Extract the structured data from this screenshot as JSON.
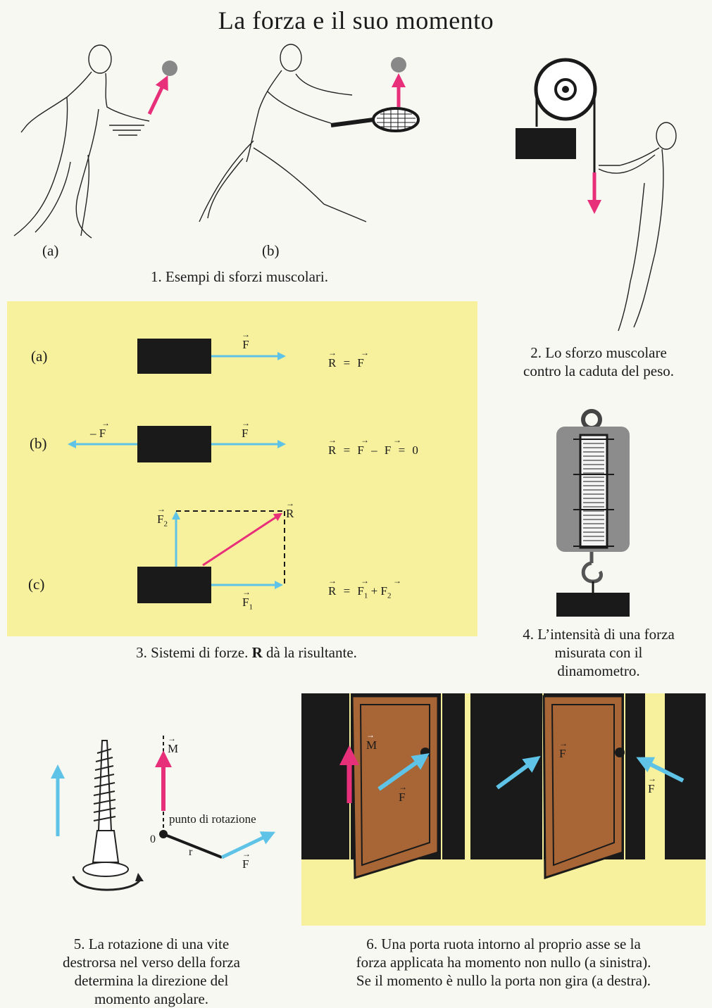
{
  "page": {
    "title": "La forza e il suo momento"
  },
  "figure1": {
    "label_a": "(a)",
    "label_b": "(b)",
    "caption": "1. Esempi di sforzi muscolari."
  },
  "figure2": {
    "caption_line1": "2. Lo sforzo muscolare",
    "caption_line2": "contro la caduta del peso."
  },
  "figure3": {
    "row_a": {
      "label": "(a)",
      "force": "F",
      "equation": "R = F"
    },
    "row_b": {
      "label": "(b)",
      "force_left": "– F",
      "force_right": "F",
      "equation": "R = F – F = 0"
    },
    "row_c": {
      "label": "(c)",
      "force_1": "F",
      "force_1_sub": "1",
      "force_2": "F",
      "force_2_sub": "2",
      "resultant": "R",
      "equation": "R = F",
      "equation_sub1": "1",
      "equation_plus": "+ F",
      "equation_sub2": "2"
    },
    "caption_pre": "3. Sistemi di forze. ",
    "caption_bold": "R",
    "caption_post": " dà la risultante."
  },
  "figure4": {
    "caption_line1": "4. L’intensità di una forza",
    "caption_line2": "misurata con il",
    "caption_line3": "dinamometro."
  },
  "figure5": {
    "moment": "M",
    "pivot_label": "punto di rotazione",
    "origin": "0",
    "radius": "r",
    "force": "F",
    "caption_line1": "5. La rotazione di una vite",
    "caption_line2": "destrorsa nel verso della forza",
    "caption_line3": "determina la direzione del",
    "caption_line4": "momento angolare."
  },
  "figure6": {
    "left_moment": "M",
    "left_force": "F",
    "right_force_top": "F",
    "right_force_side": "F",
    "caption_line1": "6. Una porta ruota intorno al proprio asse se la",
    "caption_line2": "forza applicata ha momento non nullo (a sinistra).",
    "caption_line3": "Se il momento è nullo la porta non gira (a destra)."
  },
  "colors": {
    "pink": "#e8307a",
    "cyan": "#5ec3e6",
    "yellow": "#f7f19e",
    "door": "#a86536",
    "black": "#1a1a1a"
  }
}
